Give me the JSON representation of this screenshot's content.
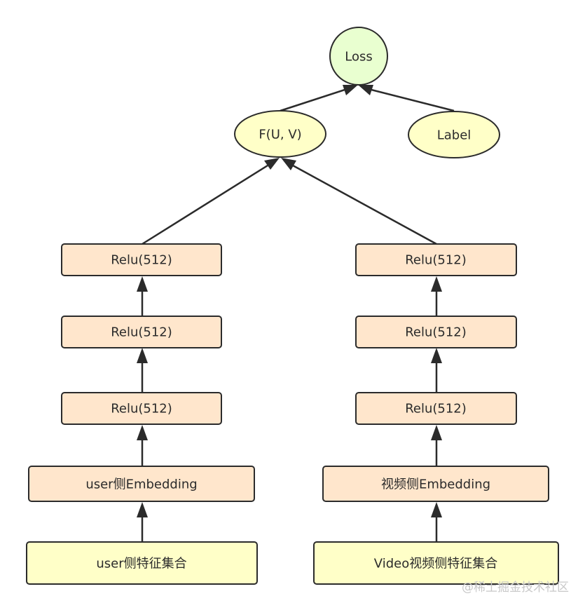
{
  "diagram": {
    "nodes": {
      "loss": {
        "label": "Loss",
        "fill": "#e9ffd0"
      },
      "fuv": {
        "label": "F(U, V)",
        "fill": "#ffffc8"
      },
      "label": {
        "label": "Label",
        "fill": "#ffffc8"
      },
      "user_relu_1": {
        "label": "Relu(512)",
        "fill": "#ffe6cc"
      },
      "user_relu_2": {
        "label": "Relu(512)",
        "fill": "#ffe6cc"
      },
      "user_relu_3": {
        "label": "Relu(512)",
        "fill": "#ffe6cc"
      },
      "user_embedding": {
        "label": "user侧Embedding",
        "fill": "#ffe6cc"
      },
      "user_features": {
        "label": "user侧特征集合",
        "fill": "#ffffc8"
      },
      "video_relu_1": {
        "label": "Relu(512)",
        "fill": "#ffe6cc"
      },
      "video_relu_2": {
        "label": "Relu(512)",
        "fill": "#ffe6cc"
      },
      "video_relu_3": {
        "label": "Relu(512)",
        "fill": "#ffe6cc"
      },
      "video_embedding": {
        "label": "视频侧Embedding",
        "fill": "#ffe6cc"
      },
      "video_features": {
        "label": "Video视频侧特征集合",
        "fill": "#ffffc8"
      }
    },
    "edges": [
      {
        "from": "user_features",
        "to": "user_embedding"
      },
      {
        "from": "user_embedding",
        "to": "user_relu_3"
      },
      {
        "from": "user_relu_3",
        "to": "user_relu_2"
      },
      {
        "from": "user_relu_2",
        "to": "user_relu_1"
      },
      {
        "from": "user_relu_1",
        "to": "fuv"
      },
      {
        "from": "video_features",
        "to": "video_embedding"
      },
      {
        "from": "video_embedding",
        "to": "video_relu_3"
      },
      {
        "from": "video_relu_3",
        "to": "video_relu_2"
      },
      {
        "from": "video_relu_2",
        "to": "video_relu_1"
      },
      {
        "from": "video_relu_1",
        "to": "fuv"
      },
      {
        "from": "fuv",
        "to": "loss"
      },
      {
        "from": "label",
        "to": "loss"
      }
    ],
    "stroke_color": "#2b2b2b"
  },
  "watermark": "@稀土掘金技术社区"
}
